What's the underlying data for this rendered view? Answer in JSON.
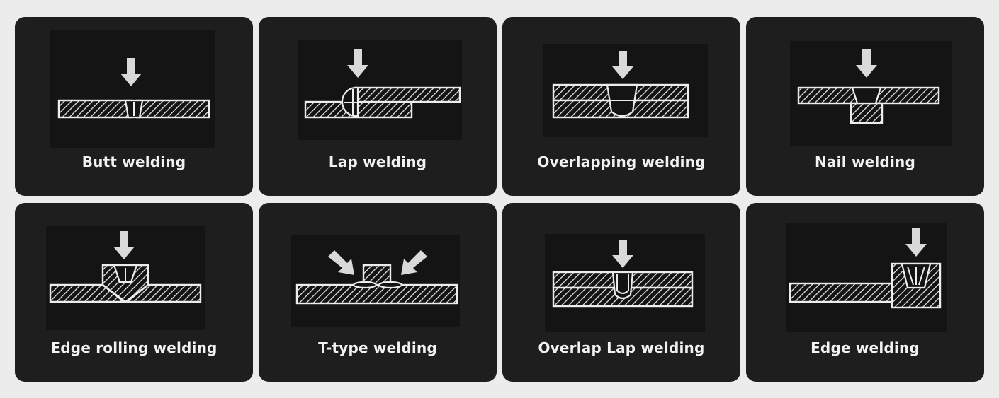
{
  "cards": [
    {
      "label": "Butt welding",
      "icon": "butt-weld-diagram"
    },
    {
      "label": "Lap welding",
      "icon": "lap-weld-diagram"
    },
    {
      "label": "Overlapping welding",
      "icon": "overlapping-weld-diagram"
    },
    {
      "label": "Nail welding",
      "icon": "nail-weld-diagram"
    },
    {
      "label": "Edge rolling welding",
      "icon": "edge-rolling-weld-diagram"
    },
    {
      "label": "T-type welding",
      "icon": "t-type-weld-diagram"
    },
    {
      "label": "Overlap Lap welding",
      "icon": "overlap-lap-weld-diagram"
    },
    {
      "label": "Edge welding",
      "icon": "edge-weld-diagram"
    }
  ],
  "colors": {
    "page_bg": "#ececec",
    "card_bg": "#1e1e1e",
    "text": "#f2f2f2",
    "line": "#ededed"
  }
}
